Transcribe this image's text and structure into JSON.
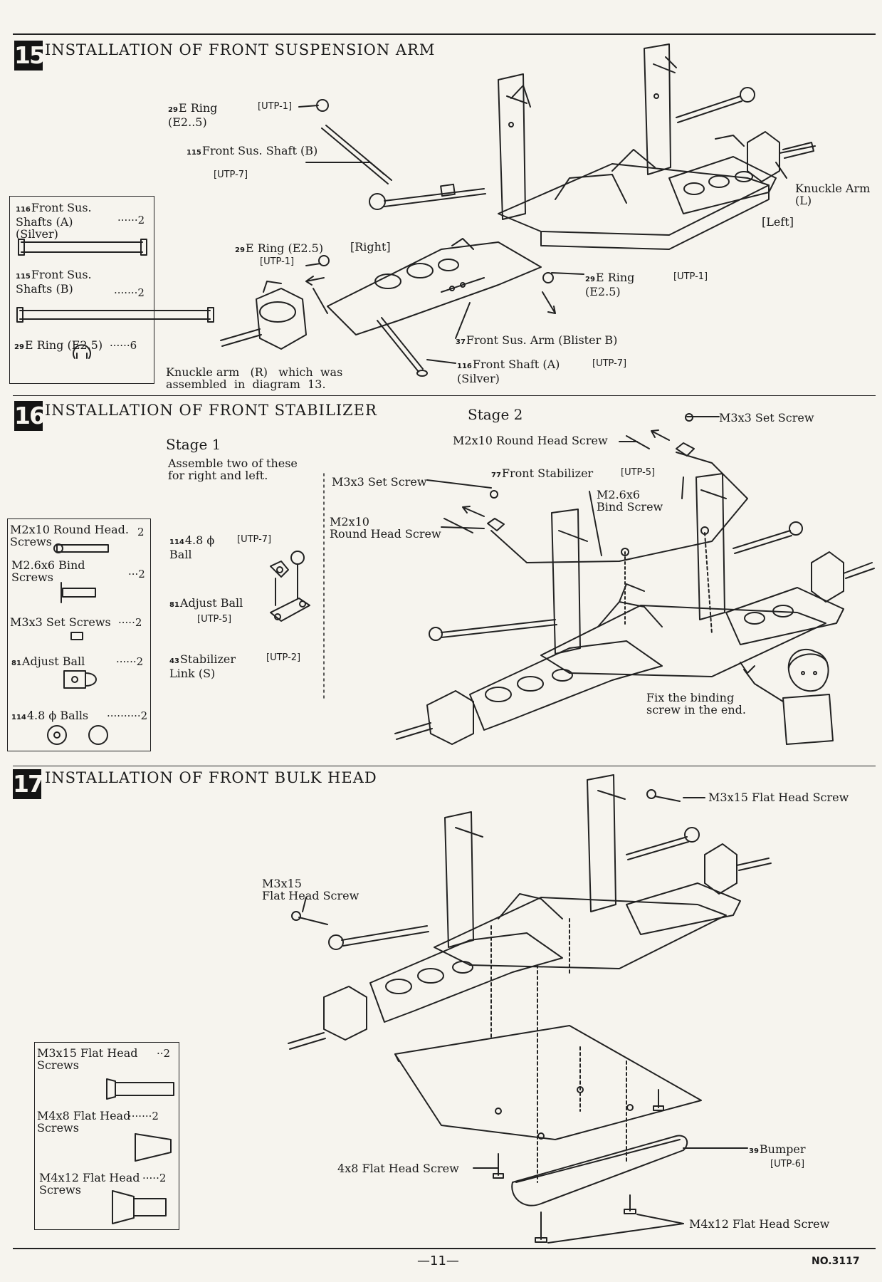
{
  "section15": {
    "number": "15",
    "title": "INSTALLATION OF FRONT SUSPENSION ARM",
    "labels": {
      "e_ring_top": "E Ring\n(E2..5)",
      "e_ring_top_num": "29",
      "utp1_top": "[UTP-1]",
      "front_sus_shaft_b": "Front Sus. Shaft (B)",
      "front_sus_shaft_b_num": "115",
      "utp7_top": "[UTP-7]",
      "knuckle_arm_l": "Knuckle Arm\n(L)",
      "left": "[Left]",
      "e_ring_mid": "E Ring (E2.5)",
      "e_ring_mid_num": "29",
      "right": "[Right]",
      "utp1_mid": "[UTP-1]",
      "e_ring_right": "E Ring\n(E2.5)",
      "e_ring_right_num": "29",
      "utp1_right": "[UTP-1]",
      "front_sus_arm": "Front Sus. Arm (Blister B)",
      "front_sus_arm_num": "37",
      "front_shaft_a": "Front Shaft (A)\n(Silver)",
      "front_shaft_a_num": "116",
      "utp7_bottom": "[UTP-7]",
      "knuckle_arm_r": "Knuckle arm   (R)   which  was\nassembled  in  diagram  13."
    },
    "parts": [
      {
        "num": "116",
        "name": "Front Sus.\nShafts (A)\n(Silver)",
        "qty": "······2"
      },
      {
        "num": "115",
        "name": "Front Sus.\nShafts (B)",
        "qty": "·······2"
      },
      {
        "num": "29",
        "name": "E Ring (E2.5)",
        "qty": "······6"
      }
    ]
  },
  "section16": {
    "number": "16",
    "title": "INSTALLATION OF FRONT STABILIZER",
    "stage1": "Stage 1",
    "stage1_note": "Assemble two of these\nfor right and left.",
    "stage2": "Stage 2",
    "labels": {
      "m3x3_top": "M3x3 Set Screw",
      "m2x10_top": "M2x10 Round Head Screw",
      "front_stabilizer": "Front Stabilizer",
      "front_stabilizer_num": "77",
      "utp5_top": "[UTP-5]",
      "m26x6": "M2.6x6\nBind Screw",
      "m3x3_mid": "M3x3 Set Screw",
      "m2x10_mid": "M2x10\nRound Head Screw",
      "ball": "4.8 ϕ\nBall",
      "ball_num": "114",
      "utp7": "[UTP-7]",
      "adjust_ball": "Adjust Ball",
      "adjust_ball_num": "81",
      "utp5": "[UTP-5]",
      "stabilizer_link": "Stabilizer\nLink (S)",
      "stabilizer_link_num": "43",
      "utp2": "[UTP-2]",
      "fix_note": "Fix the binding\nscrew in the end."
    },
    "parts": [
      {
        "num": "",
        "name": "M2x10 Round Head.\nScrews",
        "qty": "2"
      },
      {
        "num": "",
        "name": "M2.6x6 Bind\nScrews",
        "qty": "···2"
      },
      {
        "num": "",
        "name": "M3x3 Set Screws",
        "qty": "·····2"
      },
      {
        "num": "81",
        "name": "Adjust Ball",
        "qty": "······2"
      },
      {
        "num": "114",
        "name": "4.8 ϕ Balls",
        "qty": "··········2"
      }
    ]
  },
  "section17": {
    "number": "17",
    "title": "INSTALLATION OF FRONT BULK HEAD",
    "labels": {
      "m3x15_top": "M3x15 Flat Head Screw",
      "m3x15_left": "M3x15\nFlat Head Screw",
      "bumper": "Bumper",
      "bumper_num": "39",
      "utp6": "[UTP-6]",
      "m4x8": "4x8 Flat Head Screw",
      "m4x12": "M4x12 Flat Head Screw"
    },
    "parts": [
      {
        "name": "M3x15 Flat Head\nScrews",
        "qty": "··2"
      },
      {
        "name": "M4x8 Flat Head\nScrews",
        "qty": "·······2"
      },
      {
        "name": "M4x12 Flat Head\nScrews",
        "qty": "·····2"
      }
    ]
  },
  "footer": {
    "page": "—11—",
    "doc_no": "NO.3117"
  }
}
